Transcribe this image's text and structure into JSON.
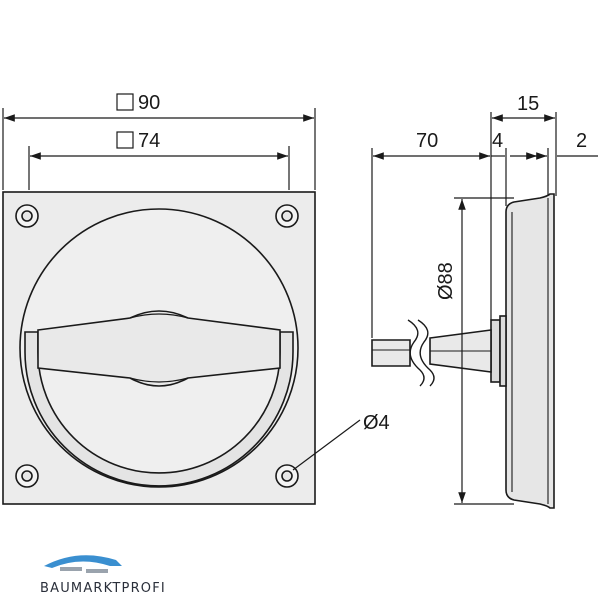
{
  "dimensions": {
    "outer_square": "90",
    "inner_square": "74",
    "hole_diameter": "Ø4",
    "depth": "70",
    "thickness": "4",
    "total_depth": "15",
    "flange": "2",
    "cup_diameter": "Ø88"
  },
  "logo": {
    "text": "BAUMARKTPROFI",
    "colors": {
      "blue": "#3a8fd0",
      "gray": "#9aa3ad",
      "text": "#2a2f3a"
    }
  },
  "colors": {
    "line": "#1a1a1a",
    "fill": "#ececec",
    "fill_dark": "#e2e2e2"
  }
}
